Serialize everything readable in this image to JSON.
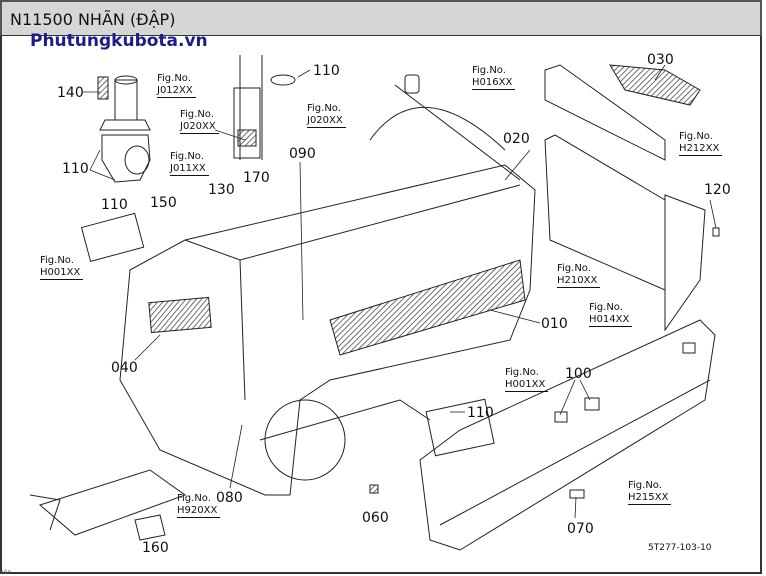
{
  "title": "N11500 NHÃN (ĐẬP)",
  "watermark": "Phutungkubota.vn",
  "fig_label": "Fig.No.",
  "diagram_code": "5T277-103-10",
  "callouts": {
    "p140": "140",
    "p110a": "110",
    "p110b": "110",
    "p110c": "110",
    "p110d": "110",
    "p170": "170",
    "p090": "090",
    "p130": "130",
    "p150": "150",
    "p040": "040",
    "p080": "080",
    "p160": "160",
    "p060": "060",
    "p100": "100",
    "p070": "070",
    "p020": "020",
    "p030": "030",
    "p120": "120",
    "p010": "010"
  },
  "figs": {
    "j012": "J012XX",
    "j011": "J011XX",
    "j020a": "J020XX",
    "j020b": "J020XX",
    "h001a": "H001XX",
    "h001b": "H001XX",
    "h920": "H920XX",
    "h215": "H215XX",
    "h016": "H016XX",
    "h212": "H212XX",
    "h210": "H210XX",
    "h014": "H014XX"
  },
  "footer": "hôn"
}
